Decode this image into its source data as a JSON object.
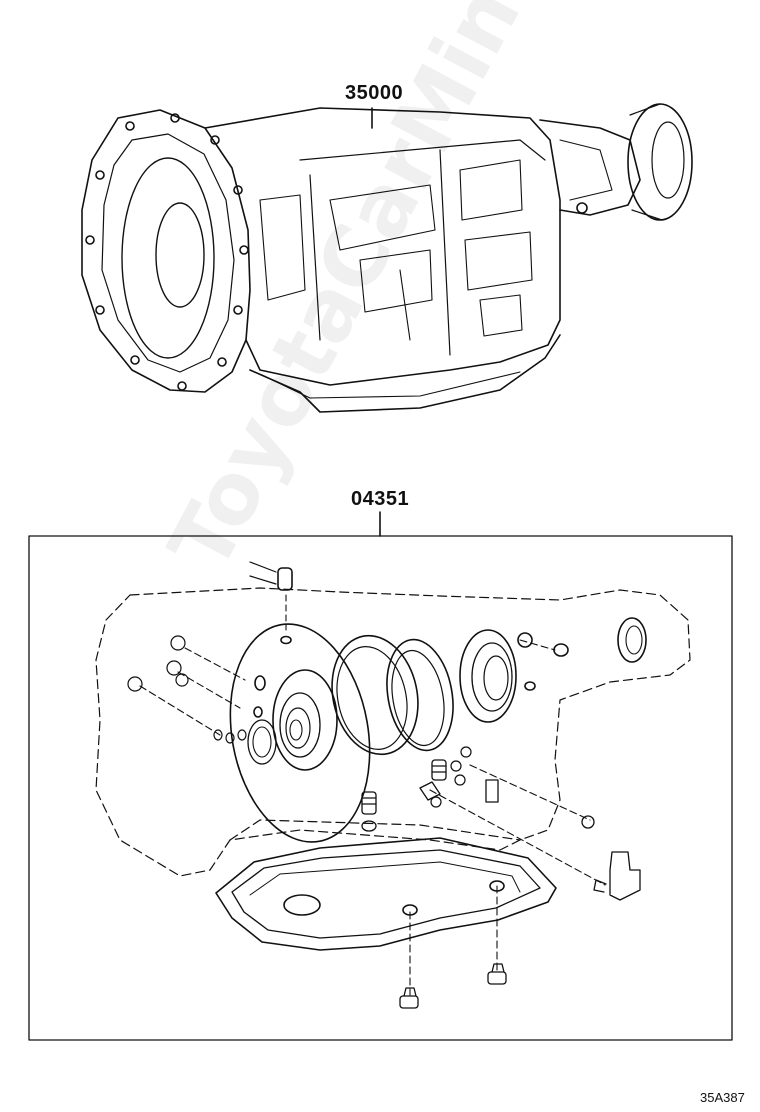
{
  "callouts": {
    "assembly_part_number": "35000",
    "gasket_kit_part_number": "04351"
  },
  "diagram_code": "35A387",
  "watermark": "ToyotaCarMine.ru",
  "colors": {
    "line": "#111111",
    "background": "#ffffff"
  }
}
